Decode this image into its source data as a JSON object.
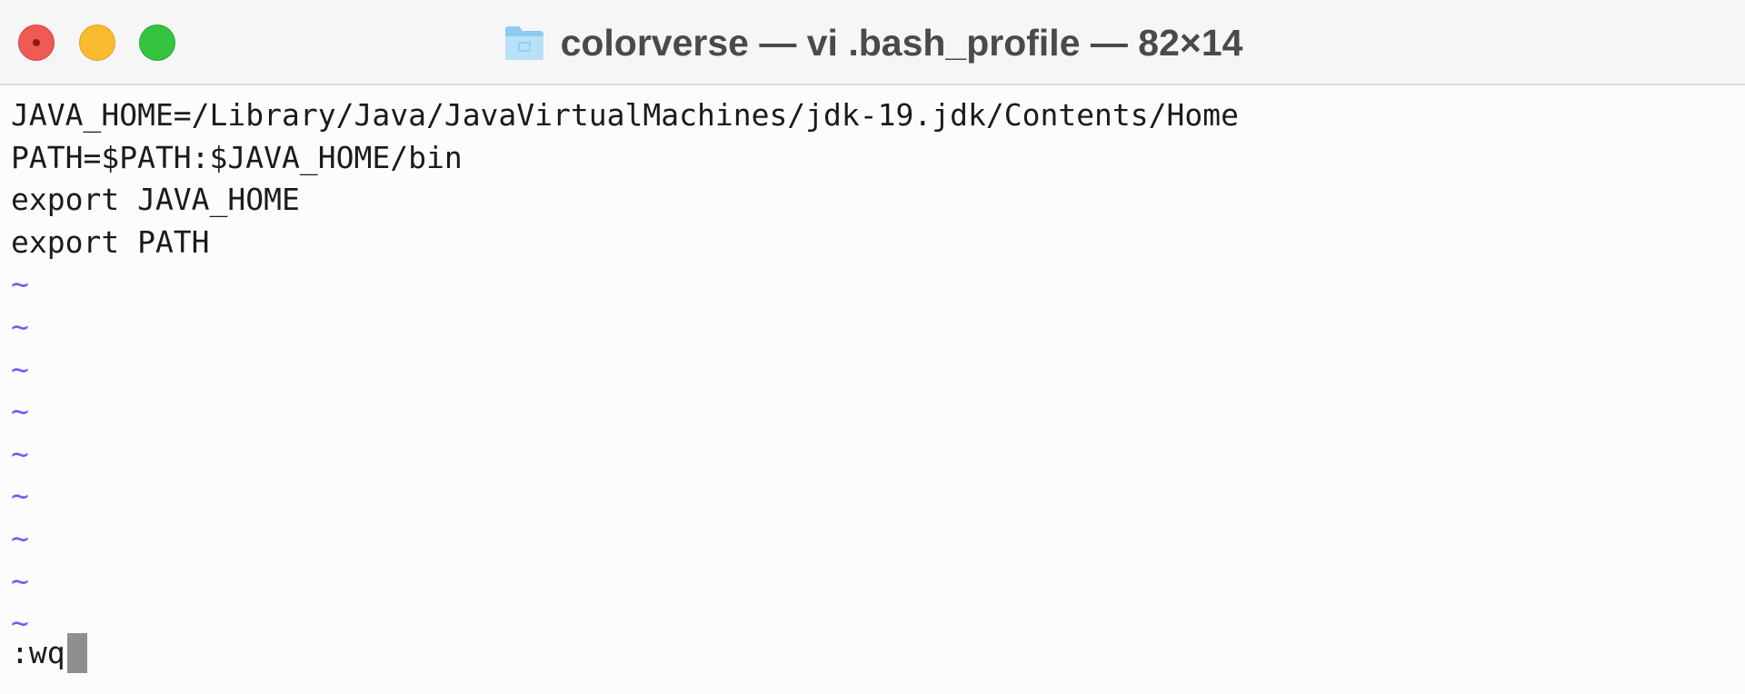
{
  "window": {
    "title": "colorverse — vi .bash_profile — 82×14"
  },
  "editor": {
    "lines": [
      "JAVA_HOME=/Library/Java/JavaVirtualMachines/jdk-19.jdk/Contents/Home",
      "PATH=$PATH:$JAVA_HOME/bin",
      "export JAVA_HOME",
      "export PATH"
    ],
    "empty_line_marker": "~",
    "command": ":wq"
  },
  "colors": {
    "tilde": "#6b5cf6",
    "close": "#ee5b54",
    "minimize": "#f9bc2e",
    "zoom": "#36c43f"
  }
}
